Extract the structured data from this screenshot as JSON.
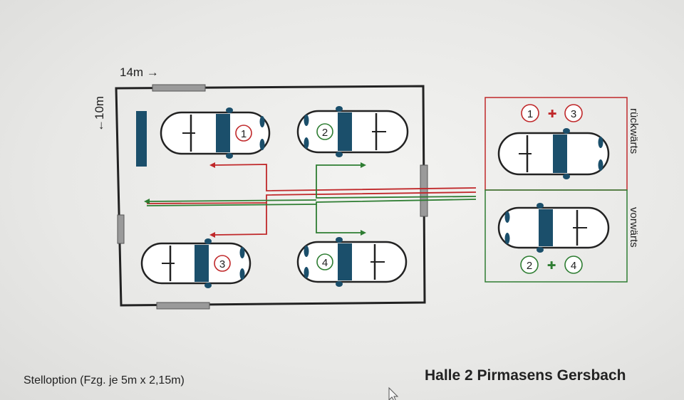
{
  "dimensions": {
    "width_label": "14m →",
    "height_label": "←10m"
  },
  "vehicles": [
    {
      "number": "1",
      "color": "#c0282a"
    },
    {
      "number": "2",
      "color": "#2e7d32"
    },
    {
      "number": "3",
      "color": "#c0282a"
    },
    {
      "number": "4",
      "color": "#2e7d32"
    }
  ],
  "legend": {
    "backward": {
      "label": "rückwärts",
      "a": "1",
      "b": "3",
      "operator": "✚",
      "color": "#c0282a"
    },
    "forward": {
      "label": "vorwärts",
      "a": "2",
      "b": "4",
      "operator": "✚",
      "color": "#2e7d32"
    }
  },
  "captions": {
    "left": "Stelloption (Fzg. je 5m x 2,15m)",
    "right": "Halle 2 Pirmasens Gersbach"
  },
  "colors": {
    "car_body": "#1b4f6b",
    "outline": "#222222",
    "route_red": "#c0282a",
    "route_green": "#2e7d32",
    "door": "#9a9a9a"
  }
}
